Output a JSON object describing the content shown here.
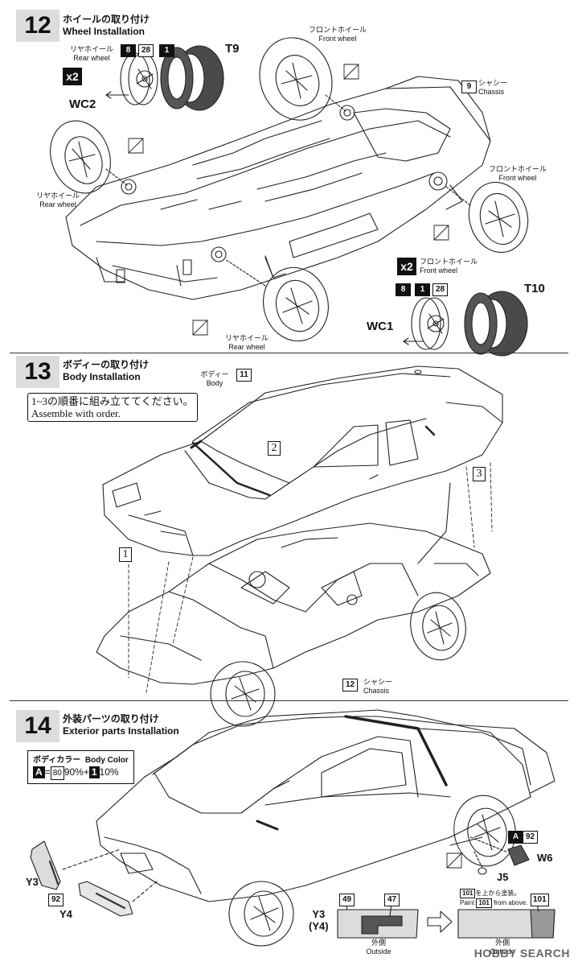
{
  "steps": [
    {
      "num": "12",
      "jp": "ホイールの取り付け",
      "en": "Wheel Installation"
    },
    {
      "num": "13",
      "jp": "ボディーの取り付け",
      "en": "Body Installation"
    },
    {
      "num": "14",
      "jp": "外装パーツの取り付け",
      "en": "Exterior parts Installation"
    }
  ],
  "step12": {
    "rear_wheel_top": {
      "jp": "リヤホイール",
      "en": "Rear wheel"
    },
    "front_wheel_top": {
      "jp": "フロントホイール",
      "en": "Front wheel"
    },
    "chassis": {
      "num": "9",
      "jp": "シャシー",
      "en": "Chassis"
    },
    "front_wheel_right": {
      "jp": "フロントホイール",
      "en": "Front wheel"
    },
    "rear_wheel_left": {
      "jp": "リヤホイール",
      "en": "Rear wheel"
    },
    "rear_wheel_bottom": {
      "jp": "リヤホイール",
      "en": "Rear wheel"
    },
    "front_wheel_lower": {
      "jp": "フロントホイール",
      "en": "Front wheel"
    },
    "x2": "x2",
    "wc2_parts": [
      "8",
      "28",
      "1"
    ],
    "wc1_parts": [
      "8",
      "1",
      "28"
    ],
    "wc2": "WC2",
    "wc1": "WC1",
    "t9": "T9",
    "t10": "T10"
  },
  "step13": {
    "body": {
      "jp": "ボディー",
      "en": "Body",
      "num": "11"
    },
    "note": {
      "jp": "1~3の順番に組み立ててください。",
      "en": "Assemble with order."
    },
    "seq": [
      "1",
      "2",
      "3"
    ],
    "chassis": {
      "num": "12",
      "jp": "シャシー",
      "en": "Chassis"
    }
  },
  "step14": {
    "body_color": {
      "jp": "ボディカラー",
      "en": "Body Color",
      "a": "A",
      "a_code": "80",
      "a_pct": "90%",
      "plus": "+",
      "b": "1",
      "b_pct": "10%",
      "eq": "="
    },
    "parts": {
      "a": "A",
      "a_code": "92",
      "w6": "W6",
      "j5": "J5",
      "y3": "Y3",
      "y4": "Y4",
      "code92": "92"
    },
    "inset": {
      "y3": "Y3",
      "y4": "(Y4)",
      "code_a": "49",
      "code_b": "47",
      "outside_jp": "外側",
      "outside_en": "Outside"
    },
    "paint": {
      "code": "101",
      "jp": "を上から塗装。",
      "en_a": "Paint",
      "en_b": "from above.",
      "outside_jp": "外側",
      "outside_en": "Outside"
    }
  },
  "watermark": "HOBBY SEARCH"
}
